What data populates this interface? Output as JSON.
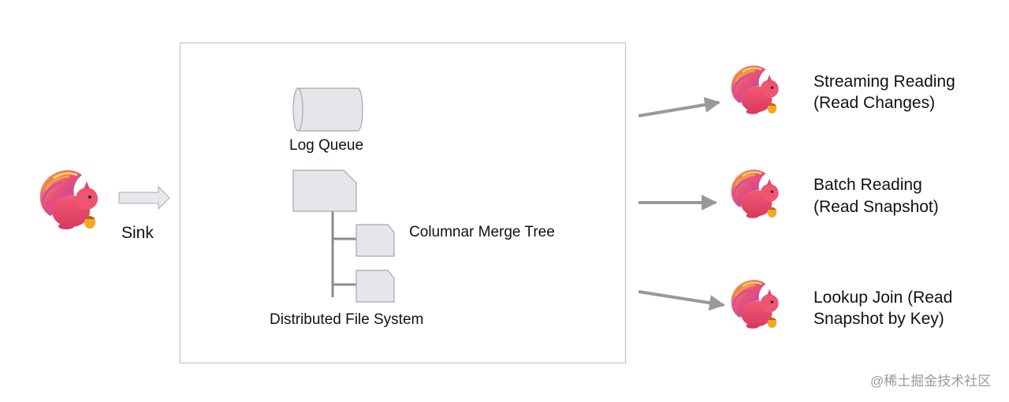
{
  "labels": {
    "sink": "Sink",
    "log_queue": "Log Queue",
    "columnar_merge_tree": "Columnar Merge Tree",
    "distributed_file_system": "Distributed File System"
  },
  "outputs": [
    {
      "line1": "Streaming Reading",
      "line2": "(Read Changes)"
    },
    {
      "line1": "Batch Reading",
      "line2": "(Read Snapshot)"
    },
    {
      "line1": "Lookup Join (Read",
      "line2": "Snapshot by Key)"
    }
  ],
  "watermark": "@稀土掘金技术社区",
  "icons": {
    "source": "flink-squirrel-icon",
    "consumer": "flink-squirrel-icon",
    "queue": "cylinder-icon",
    "file": "file-icon"
  },
  "colors": {
    "arrow": "#999999",
    "sink_arrow_fill": "#e6e8ec",
    "shape_fill": "#e4e6ea",
    "shape_stroke": "#a6a8ac",
    "tree_line": "#8c8c8c",
    "box_border": "#c4c4c4",
    "squirrel_body": "#e8476a",
    "squirrel_tail": "#9a4fd6"
  }
}
